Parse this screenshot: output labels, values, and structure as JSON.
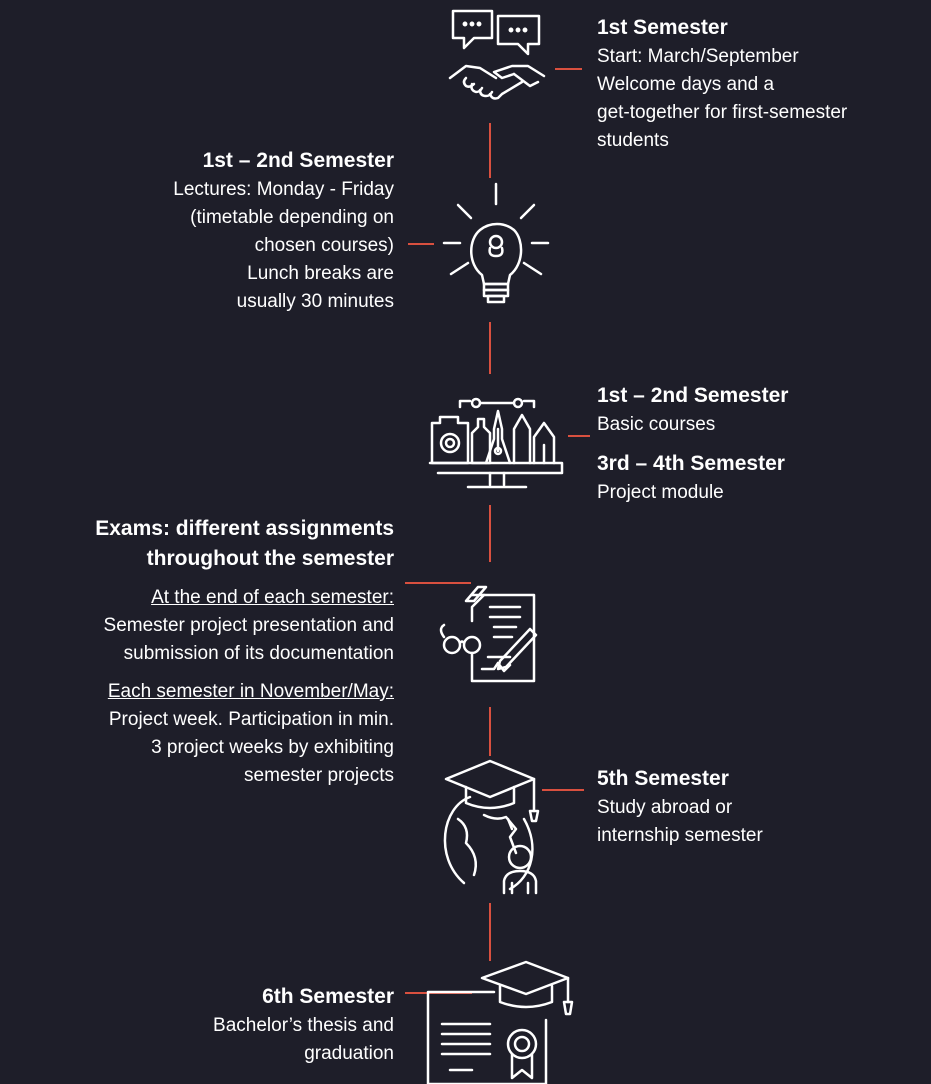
{
  "accent_color": "#d9503f",
  "background_color": "#1e1e29",
  "icons": [
    "handshake-chat-icon",
    "lightbulb-icon",
    "design-tools-monitor-icon",
    "exam-document-icon",
    "graduate-globe-icon",
    "diploma-icon"
  ],
  "stage1": {
    "heading": "1st Semester",
    "lines": [
      "Start: March/September",
      "Welcome days and a",
      "get-together for first-semester",
      "students"
    ]
  },
  "stage2": {
    "heading": "1st – 2nd Semester",
    "lines": [
      "Lectures: Monday - Friday",
      "(timetable depending on",
      "chosen courses)",
      "Lunch breaks are",
      "usually 30 minutes"
    ]
  },
  "stage3": {
    "heading_a": "1st – 2nd Semester",
    "text_a": "Basic courses",
    "heading_b": "3rd – 4th Semester",
    "text_b": "Project module"
  },
  "stage4": {
    "heading_lines": [
      "Exams: different assignments",
      "throughout the semester"
    ],
    "sub_a": "At the end of each semester:",
    "lines_a": [
      "Semester project presentation and",
      "submission of its documentation"
    ],
    "sub_b": "Each semester in November/May:",
    "lines_b": [
      "Project week. Participation in min.",
      "3 project weeks by exhibiting",
      "semester projects"
    ]
  },
  "stage5": {
    "heading": "5th Semester",
    "lines": [
      "Study abroad or",
      "internship semester"
    ]
  },
  "stage6": {
    "heading": "6th Semester",
    "lines": [
      "Bachelor’s thesis and",
      "graduation"
    ]
  }
}
